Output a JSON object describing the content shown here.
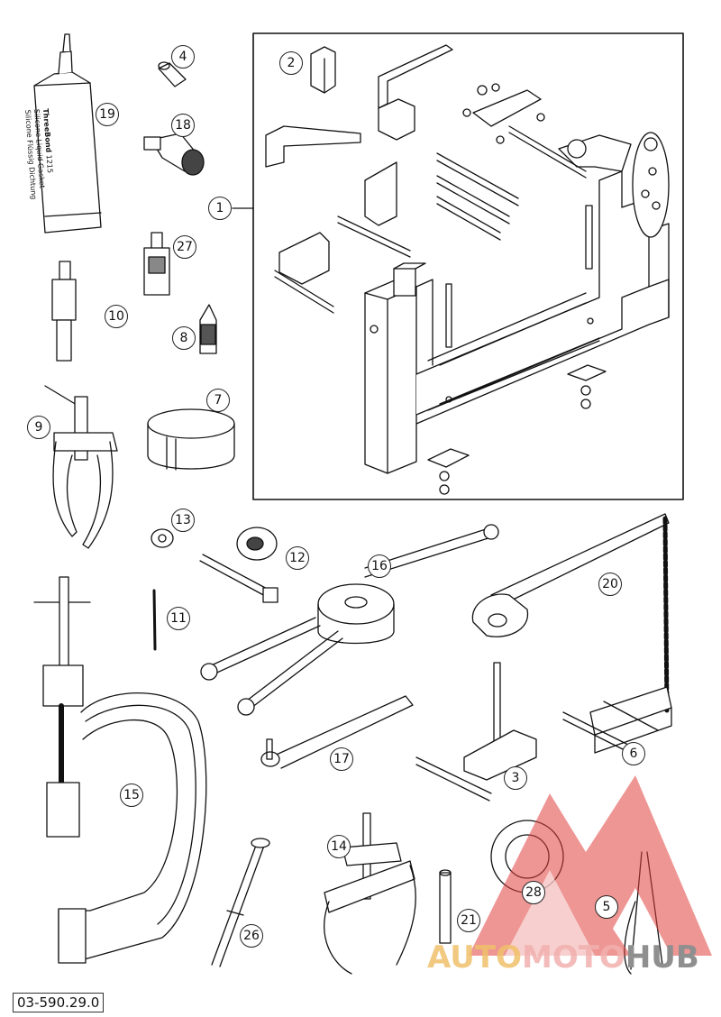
{
  "diagram": {
    "part_number": "03-590.29.0",
    "tube_label_brand": "ThreeBond",
    "tube_label_code": "1215",
    "tube_label_line1": "Silicone Liquid Gasket",
    "tube_label_line2": "Silicone Flüssig Dichtung",
    "callouts": [
      {
        "id": "1",
        "label": "1"
      },
      {
        "id": "2",
        "label": "2"
      },
      {
        "id": "3",
        "label": "3"
      },
      {
        "id": "4",
        "label": "4"
      },
      {
        "id": "5",
        "label": "5"
      },
      {
        "id": "6",
        "label": "6"
      },
      {
        "id": "7",
        "label": "7"
      },
      {
        "id": "8",
        "label": "8"
      },
      {
        "id": "9",
        "label": "9"
      },
      {
        "id": "10",
        "label": "10"
      },
      {
        "id": "11",
        "label": "11"
      },
      {
        "id": "12",
        "label": "12"
      },
      {
        "id": "13",
        "label": "13"
      },
      {
        "id": "14",
        "label": "14"
      },
      {
        "id": "15",
        "label": "15"
      },
      {
        "id": "16",
        "label": "16"
      },
      {
        "id": "17",
        "label": "17"
      },
      {
        "id": "18",
        "label": "18"
      },
      {
        "id": "19",
        "label": "19"
      },
      {
        "id": "20",
        "label": "20"
      },
      {
        "id": "21",
        "label": "21"
      },
      {
        "id": "26",
        "label": "26"
      },
      {
        "id": "27",
        "label": "27"
      },
      {
        "id": "28",
        "label": "28"
      }
    ]
  },
  "watermark": {
    "part_a": "AUTO",
    "part_b": "MOTO",
    "part_c": "HUB",
    "color_red": "#e0403c",
    "color_yellow": "#f0b040",
    "color_gray": "#8f8f8f"
  }
}
